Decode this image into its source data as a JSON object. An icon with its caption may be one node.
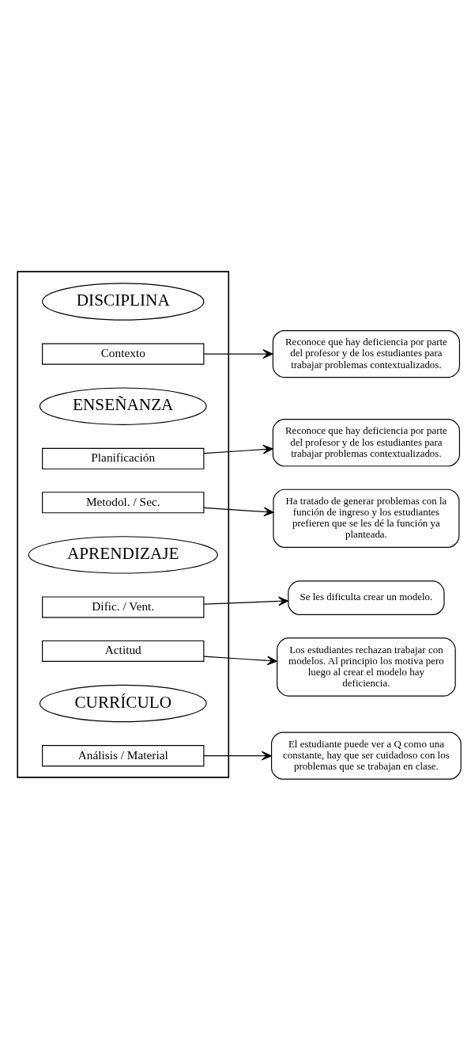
{
  "diagram": {
    "nodes": [
      {
        "text": [],
        "shape": "bar"
      },
      {
        "text": [
          "DISCIPLINA"
        ],
        "in": 0
      },
      {
        "text": [
          "Contexto"
        ],
        "in": 0
      },
      {
        "text": [
          "Reconoce que hay deficiencia por parte del profesor y de los estudiantes para trabajar problemas contextualizados."
        ]
      },
      {
        "text": [
          "ENSEÑANZA"
        ],
        "in": 0
      },
      {
        "text": [
          "Planificación"
        ],
        "in": 0
      },
      {
        "text": [
          "Reconoce que hay deficiencia por parte del profesor y de los estudiantes para trabajar problemas contextualizados."
        ]
      },
      {
        "text": [
          "Metodol. / Sec."
        ],
        "in": 0
      },
      {
        "text": [
          "Ha tratado de generar problemas con la función de ingreso y los estudiantes prefieren que se les dé la función ya planteada."
        ]
      },
      {
        "text": [
          "APRENDIZAJE"
        ],
        "in": 0
      },
      {
        "text": [
          "Dific. / Vent."
        ],
        "in": 0
      },
      {
        "text": [
          "Se les dificulta crear un modelo."
        ]
      },
      {
        "text": [
          "Actitud"
        ],
        "in": 0
      },
      {
        "text": [
          "Los estudiantes rechazan trabajar con modelos. Al principio los motiva pero luego al crear el modelo hay deficiencia."
        ]
      },
      {
        "text": [
          "CURRÍCULO"
        ],
        "in": 0
      },
      {
        "text": [
          "Análisis / Material"
        ],
        "in": 0
      },
      {
        "text": [
          "El estudiante puede ver a Q como una constante, hay que ser cuidadoso con los problemas que se trabajan en clase."
        ]
      }
    ],
    "edges": [
      {
        "from": 2,
        "to": 3,
        "arrow": "to"
      },
      {
        "from": 5,
        "to": 6,
        "arrow": "to"
      },
      {
        "from": 7,
        "to": 8,
        "arrow": "to"
      },
      {
        "from": 10,
        "to": 11,
        "arrow": "to"
      },
      {
        "from": 12,
        "to": 13,
        "arrow": "to"
      },
      {
        "from": 15,
        "to": 16,
        "arrow": "to"
      }
    ]
  }
}
